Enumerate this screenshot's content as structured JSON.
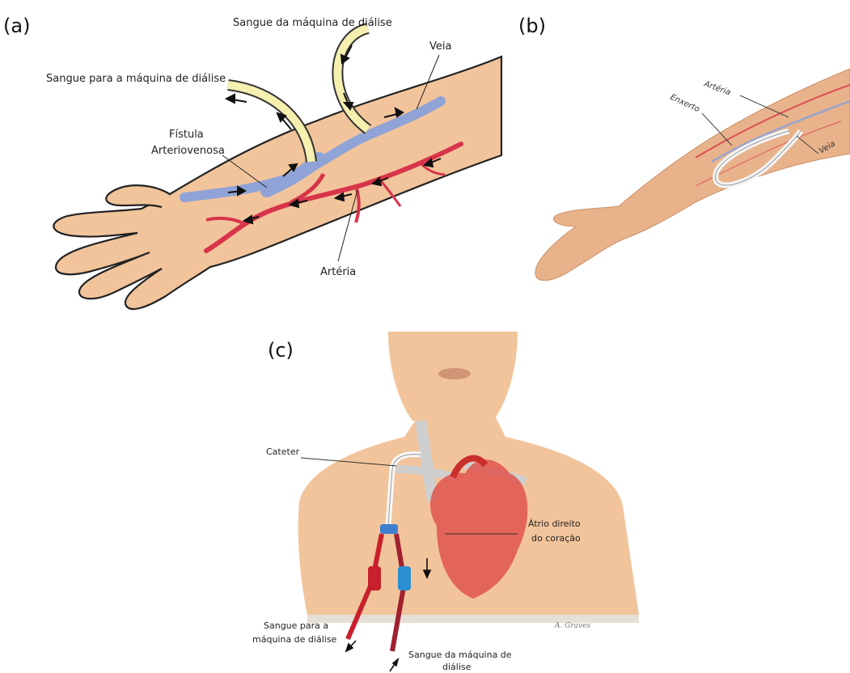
{
  "panels": {
    "a": {
      "tag": "(a)",
      "blood_from_machine": "Sangue da máquina de diálise",
      "blood_to_machine": "Sangue para a máquina de diálise",
      "vein": "Veia",
      "fistula_line1": "Fístula",
      "fistula_line2": "Arteriovenosa",
      "artery": "Artéria"
    },
    "b": {
      "tag": "(b)",
      "artery": "Artéria",
      "graft": "Enxerto",
      "vein": "Veia"
    },
    "c": {
      "tag": "(c)",
      "catheter": "Cateter",
      "atrium_line1": "Átrio direito",
      "atrium_line2": "do coração",
      "to_machine_line1": "Sangue para a",
      "to_machine_line2": "máquina de diálise",
      "from_machine_line1": "Sangue da máquina de",
      "from_machine_line2": "diálise",
      "signature": "A. Graves"
    }
  },
  "colors": {
    "skin": "#f2c49b",
    "skin_shade": "#e0a97c",
    "vein": "#8fa3d6",
    "artery": "#d8344a",
    "tube": "#f6f0b0",
    "catheter_red": "#c8202c",
    "catheter_blue": "#2a8fd0"
  }
}
